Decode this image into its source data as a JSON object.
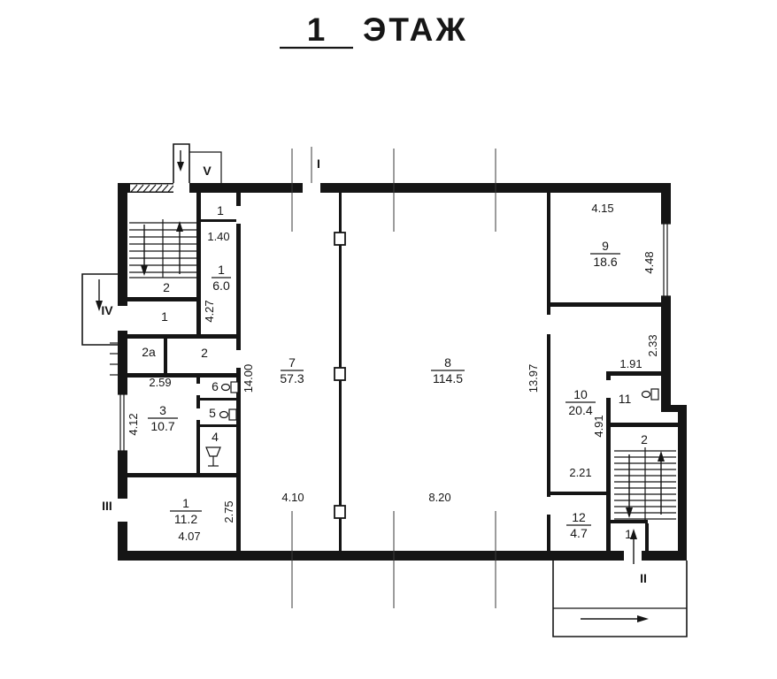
{
  "colors": {
    "ink": "#161616",
    "paper": "#ffffff"
  },
  "title": {
    "number": "1",
    "word": "ЭТАЖ"
  },
  "entrances": {
    "i1": "I",
    "i2": "II",
    "i3": "III",
    "i4": "IV",
    "i5": "V"
  },
  "rooms": {
    "vestibule_top": {
      "number": "1"
    },
    "stair_tl": {
      "number": "2"
    },
    "room1_6": {
      "number": "1",
      "area": "6.0"
    },
    "room1_left": {
      "number": "1"
    },
    "room2a": {
      "number": "2а"
    },
    "room2_mid": {
      "number": "2"
    },
    "room3": {
      "number": "3",
      "area": "10.7"
    },
    "room6": {
      "number": "6"
    },
    "room5": {
      "number": "5"
    },
    "room4": {
      "number": "4"
    },
    "room1_11": {
      "number": "1",
      "area": "11.2"
    },
    "room7": {
      "number": "7",
      "area": "57.3"
    },
    "room8": {
      "number": "8",
      "area": "114.5"
    },
    "room9": {
      "number": "9",
      "area": "18.6"
    },
    "room10": {
      "number": "10",
      "area": "20.4"
    },
    "room11": {
      "number": "11"
    },
    "room12": {
      "number": "12",
      "area": "4.7"
    },
    "stair_br": {
      "number": "2"
    },
    "room1_br": {
      "number": "1"
    }
  },
  "dims": {
    "d140": "1.40",
    "d427": "4.27",
    "d259": "2.59",
    "d412": "4.12",
    "d1400": "14.00",
    "d410": "4.10",
    "d820": "8.20",
    "d1397": "13.97",
    "d415": "4.15",
    "d448": "4.48",
    "d233": "2.33",
    "d191": "1.91",
    "d491": "4.91",
    "d221": "2.21",
    "d275": "2.75",
    "d407": "4.07"
  }
}
